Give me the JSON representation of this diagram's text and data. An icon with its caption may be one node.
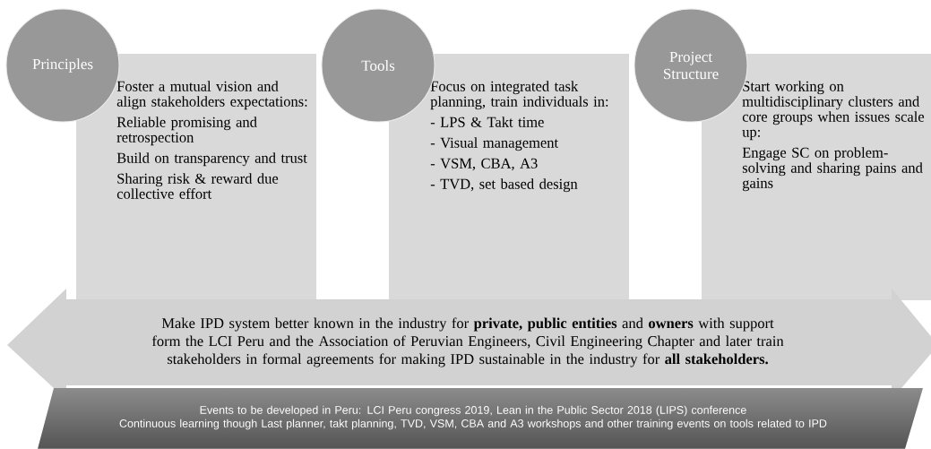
{
  "diagram": {
    "nodes": [
      {
        "text": [
          "Principles"
        ]
      },
      {
        "text": [
          "Foster a mutual vision and align stakeholders expectations:",
          "Reliable promising and retrospection",
          "Build on transparency and trust",
          "Sharing risk & reward due collective effort"
        ]
      },
      {
        "text": [
          "Tools"
        ]
      },
      {
        "text": [
          "Focus on integrated task planning, train individuals in:",
          "- LPS & Takt time",
          "- Visual management",
          "- VSM, CBA, A3",
          "- TVD, set based design"
        ]
      },
      {
        "text": [
          "Project Structure"
        ]
      },
      {
        "text": [
          "Start working on multidisciplinary clusters and core groups when issues scale up:",
          "Engage SC on problem-solving and sharing pains and gains"
        ]
      },
      {
        "text": [
          "Make IPD system better known in the industry for **private, public entities** and **owners** with support form the LCI Peru and the Association of Peruvian Engineers, Civil Engineering Chapter and later train stakeholders in formal agreements for making IPD sustainable in the industry for **all stakeholders.**"
        ]
      },
      {
        "text": [
          "Events to be developed in Peru: LCI Peru congress 2019, Lean in the Public Sector 2018 (LIPS) conference",
          "Continuous learning though Last planner, takt planning, TVD, VSM, CBA and A3 workshops and other training events on tools related to IPD"
        ]
      }
    ]
  }
}
